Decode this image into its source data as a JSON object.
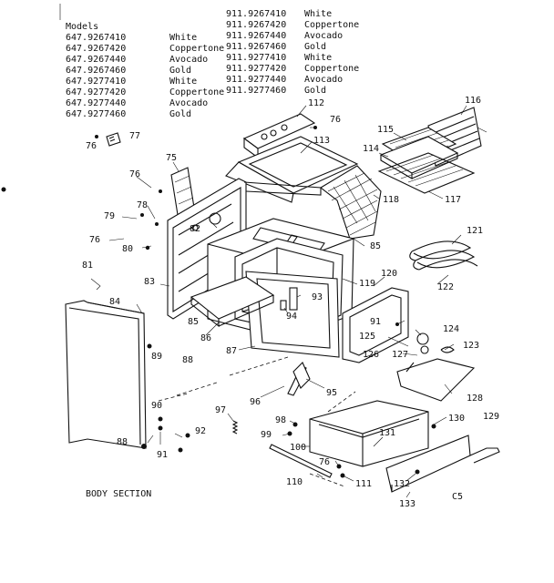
{
  "models_header": "Models",
  "models_left": [
    {
      "number": "647.9267410",
      "color": "White"
    },
    {
      "number": "647.9267420",
      "color": "Coppertone"
    },
    {
      "number": "647.9267440",
      "color": "Avocado"
    },
    {
      "number": "647.9267460",
      "color": "Gold"
    },
    {
      "number": "647.9277410",
      "color": "White"
    },
    {
      "number": "647.9277420",
      "color": "Coppertone"
    },
    {
      "number": "647.9277440",
      "color": "Avocado"
    },
    {
      "number": "647.9277460",
      "color": "Gold"
    }
  ],
  "models_right": [
    {
      "number": "911.9267410",
      "color": "White"
    },
    {
      "number": "911.9267420",
      "color": "Coppertone"
    },
    {
      "number": "911.9267440",
      "color": "Avocado"
    },
    {
      "number": "911.9267460",
      "color": "Gold"
    },
    {
      "number": "911.9277410",
      "color": "White"
    },
    {
      "number": "911.9277420",
      "color": "Coppertone"
    },
    {
      "number": "911.9277440",
      "color": "Avocado"
    },
    {
      "number": "911.9277460",
      "color": "Gold"
    }
  ],
  "section_title": "BODY SECTION",
  "page_code": "C5",
  "callouts": [
    "76",
    "77",
    "112",
    "76",
    "113",
    "116",
    "115",
    "114",
    "75",
    "76",
    "118",
    "117",
    "78",
    "82",
    "79",
    "76",
    "80",
    "85",
    "121",
    "81",
    "83",
    "120",
    "122",
    "119",
    "93",
    "84",
    "94",
    "85",
    "91",
    "124",
    "86",
    "125",
    "123",
    "89",
    "88",
    "87",
    "127",
    "126",
    "128",
    "95",
    "90",
    "97",
    "96",
    "98",
    "130",
    "129",
    "99",
    "131",
    "88",
    "92",
    "91",
    "100",
    "76",
    "110",
    "111",
    "132",
    "133"
  ]
}
